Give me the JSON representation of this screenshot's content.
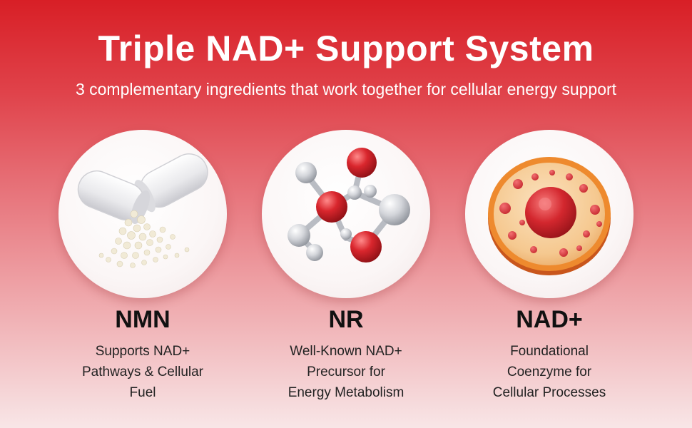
{
  "header": {
    "title": "Triple NAD+ Support System",
    "subtitle": "3 complementary ingredients that work together for cellular energy support"
  },
  "ingredients": [
    {
      "name": "NMN",
      "icon": "capsule-icon",
      "description": [
        "Supports NAD+",
        "Pathways & Cellular",
        "Fuel"
      ]
    },
    {
      "name": "NR",
      "icon": "molecule-icon",
      "description": [
        "Well-Known NAD+",
        "Precursor for",
        "Energy Metabolism"
      ]
    },
    {
      "name": "NAD+",
      "icon": "cell-icon",
      "description": [
        "Foundational",
        "Coenzyme for",
        "Cellular Processes"
      ]
    }
  ],
  "colors": {
    "brand_red": "#d81f26",
    "text_dark": "#111111",
    "white": "#ffffff"
  }
}
